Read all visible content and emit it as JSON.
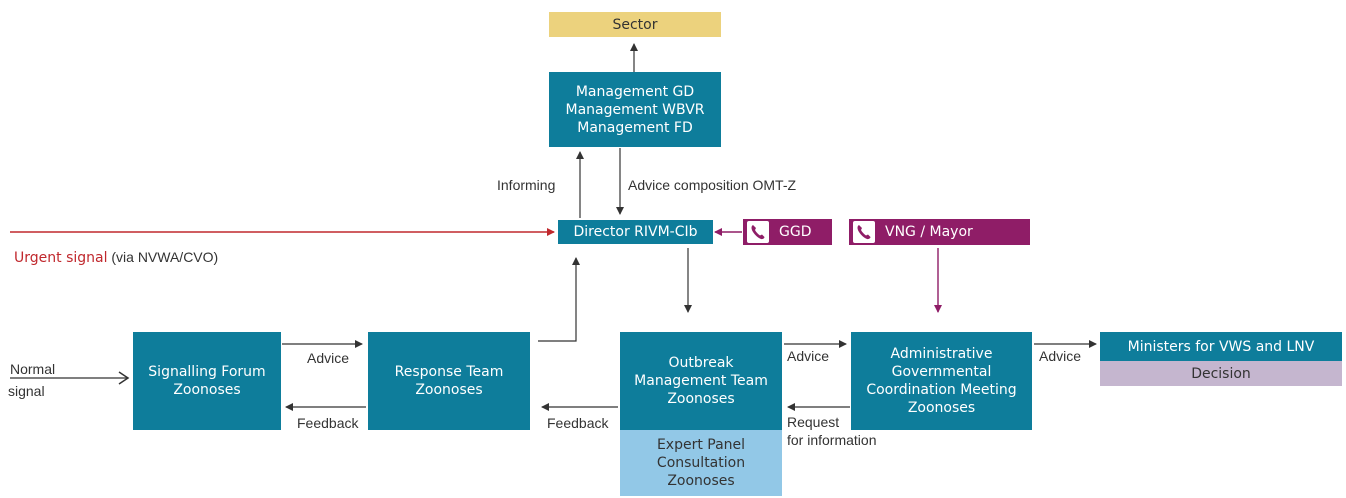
{
  "colors": {
    "teal": "#0e7d9b",
    "sector_yellow": "#ecd27d",
    "purple": "#8f1d67",
    "decision_lavender": "#c5b6cf",
    "expert_lightblue": "#92c8e7",
    "urgent_red": "#c0282d",
    "arrow_gray": "#333333"
  },
  "nodes": {
    "sector": "Sector",
    "management": [
      "Management GD",
      "Management WBVR",
      "Management FD"
    ],
    "director": "Director RIVM-CIb",
    "ggd": "GGD",
    "vng": "VNG / Mayor",
    "signalling_forum": [
      "Signalling Forum",
      "Zoonoses"
    ],
    "response_team": [
      "Response Team",
      "Zoonoses"
    ],
    "outbreak_team": [
      "Outbreak",
      "Management Team",
      "Zoonoses"
    ],
    "expert_panel": [
      "Expert Panel",
      "Consultation",
      "Zoonoses"
    ],
    "admin_meeting": [
      "Administrative",
      "Governmental",
      "Coordination Meeting",
      "Zoonoses"
    ],
    "ministers": "Ministers for VWS and LNV",
    "decision": "Decision"
  },
  "labels": {
    "informing": "Informing",
    "advice_composition": "Advice composition OMT-Z",
    "urgent_signal": "Urgent signal",
    "urgent_via": "(via NVWA/CVO)",
    "normal_signal": [
      "Normal",
      "signal"
    ],
    "advice_1": "Advice",
    "feedback_1": "Feedback",
    "feedback_2": "Feedback",
    "advice_2": "Advice",
    "request_info": [
      "Request",
      "for information"
    ],
    "advice_3": "Advice"
  },
  "icons": {
    "ggd_icon": "phone-icon",
    "vng_icon": "phone-icon"
  }
}
